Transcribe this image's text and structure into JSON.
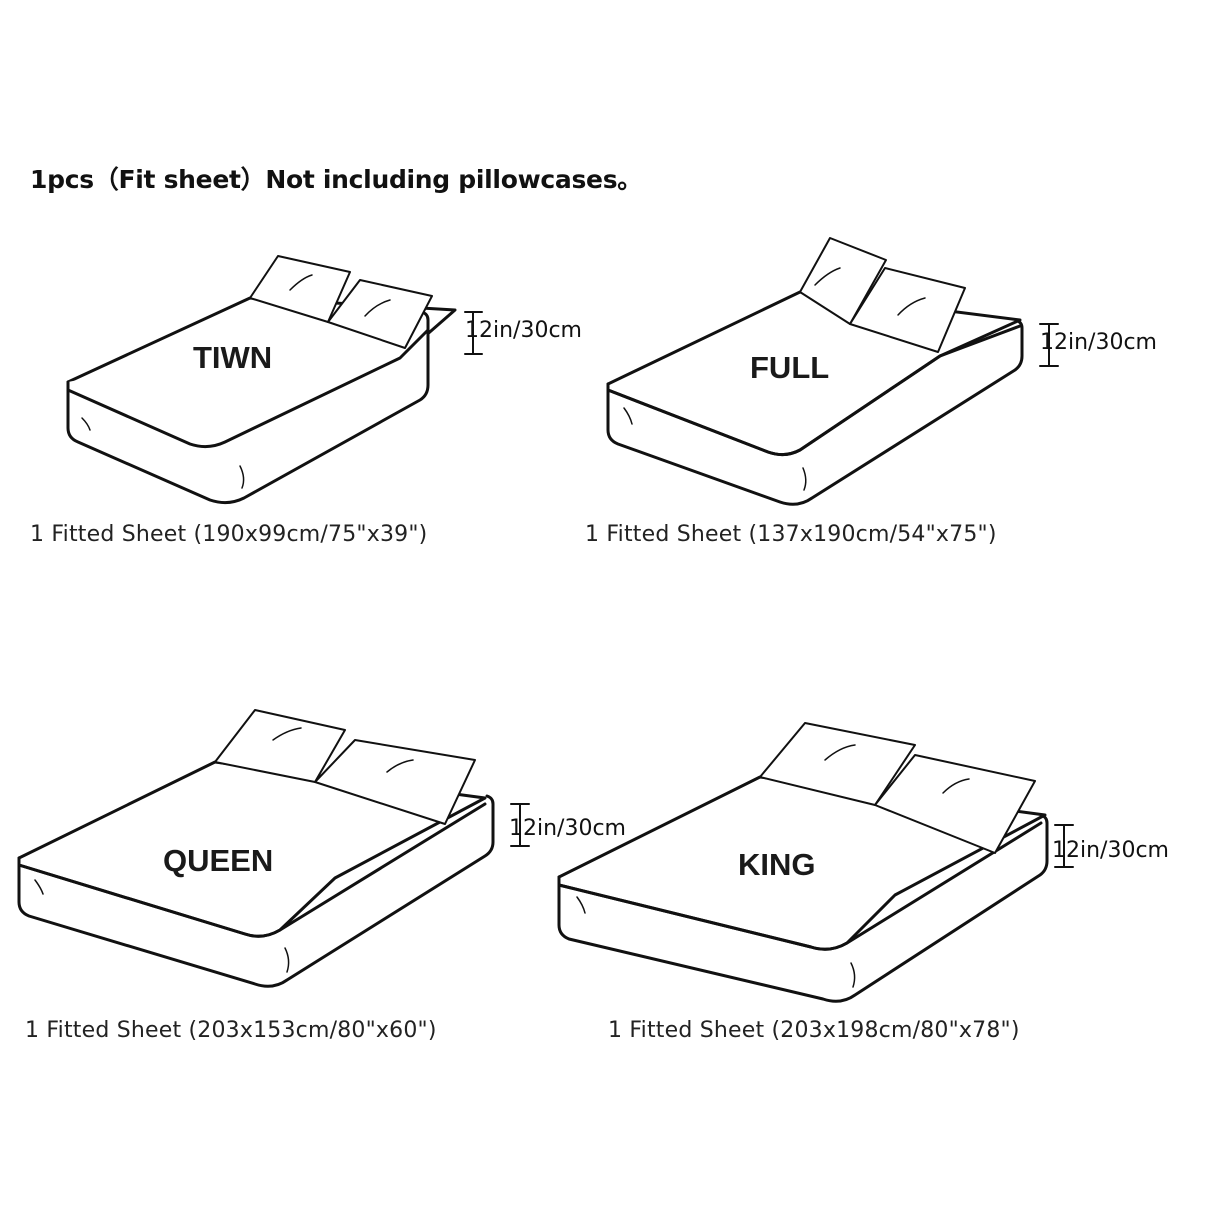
{
  "heading": "1pcs（Fit sheet）Not including pillowcases。",
  "products": [
    {
      "size": "TIWN",
      "height": "12in/30cm",
      "caption": "1 Fitted Sheet (190x99cm/75\"x39\")"
    },
    {
      "size": "FULL",
      "height": "12in/30cm",
      "caption": "1 Fitted Sheet (137x190cm/54\"x75\")"
    },
    {
      "size": "QUEEN",
      "height": "12in/30cm",
      "caption": "1 Fitted Sheet (203x153cm/80\"x60\")"
    },
    {
      "size": "KING",
      "height": "12in/30cm",
      "caption": "1 Fitted Sheet (203x198cm/80\"x78\")"
    }
  ]
}
